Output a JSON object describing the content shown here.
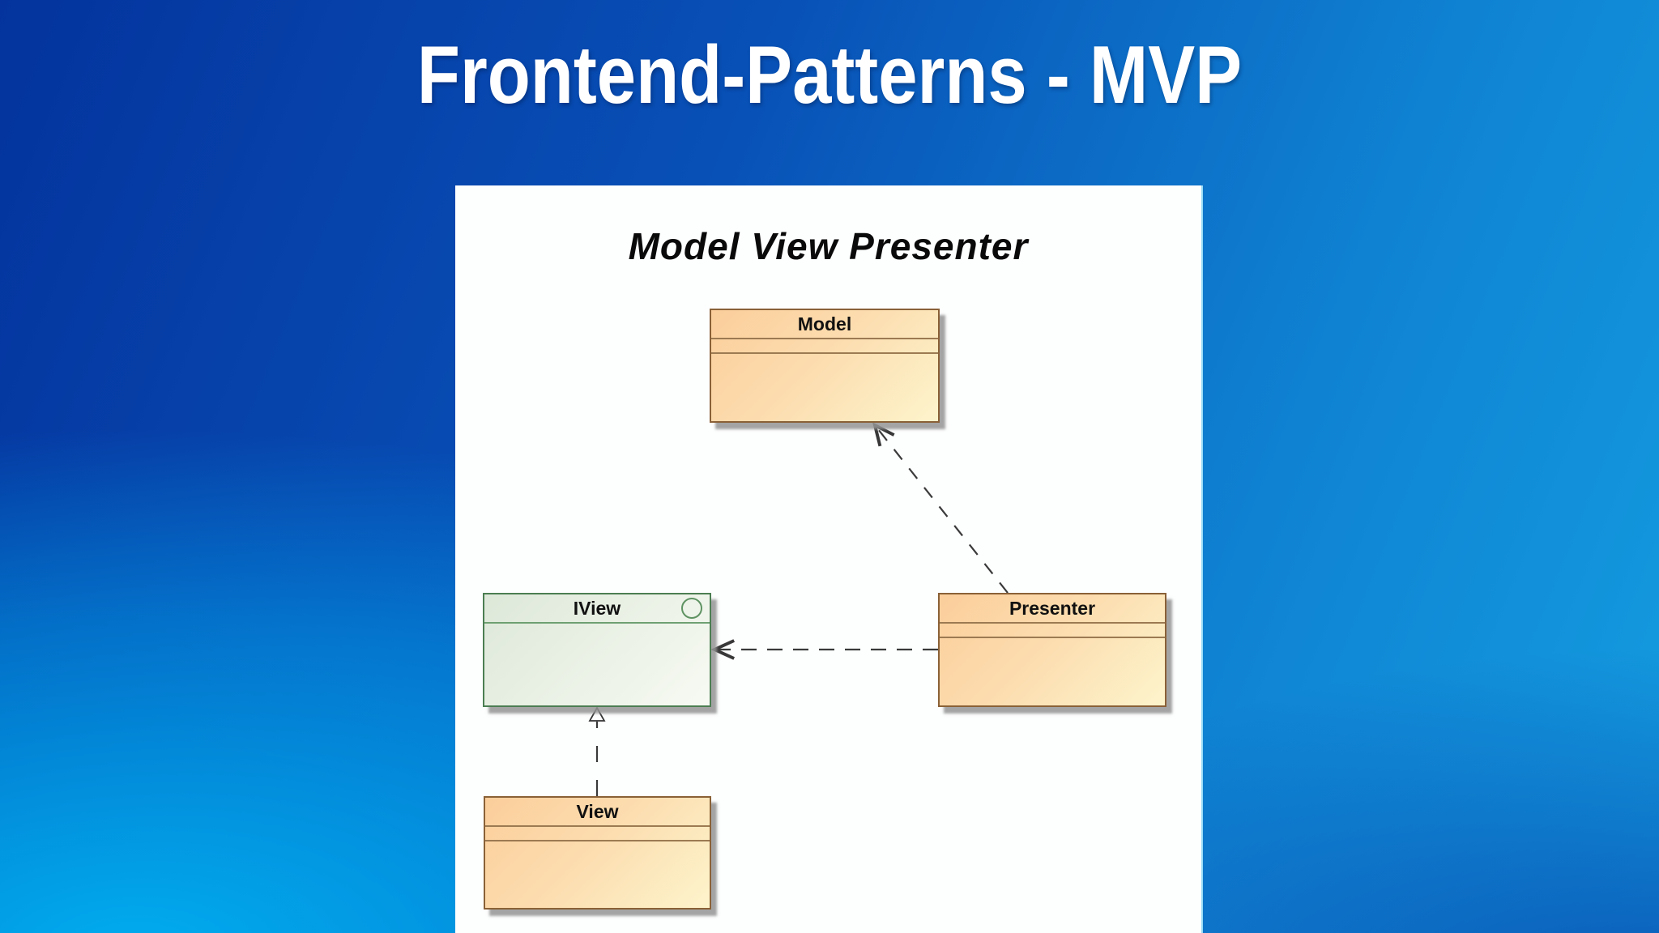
{
  "slide": {
    "title": "Frontend-Patterns - MVP",
    "background_colors": {
      "top_left": "#04339D",
      "top_right": "#1187D5",
      "bottom_left": "#00AEEE",
      "bottom_right": "#0853B5"
    }
  },
  "diagram": {
    "title": "Model View Presenter",
    "panel_background": "#FDFEFE",
    "classes": [
      {
        "name": "Model",
        "kind": "class",
        "fill_from": "#FBCE9B",
        "fill_to": "#FDF4CC",
        "border": "#8A6137",
        "compartments": 3
      },
      {
        "name": "IView",
        "kind": "interface",
        "fill_from": "#DDE8D9",
        "fill_to": "#F7FAF3",
        "border": "#4C7E52",
        "compartments": 2,
        "icon": "interface-lollipop"
      },
      {
        "name": "Presenter",
        "kind": "class",
        "fill_from": "#FBCE9B",
        "fill_to": "#FDF4CC",
        "border": "#8A6137",
        "compartments": 3
      },
      {
        "name": "View",
        "kind": "class",
        "fill_from": "#FBCE9B",
        "fill_to": "#FDF4CC",
        "border": "#8A6137",
        "compartments": 3
      }
    ],
    "relations": [
      {
        "from": "Presenter",
        "to": "Model",
        "type": "dependency",
        "line": "dashed",
        "arrowhead": "open"
      },
      {
        "from": "Presenter",
        "to": "IView",
        "type": "dependency",
        "line": "dashed",
        "arrowhead": "open"
      },
      {
        "from": "View",
        "to": "IView",
        "type": "realization",
        "line": "dashed",
        "arrowhead": "hollow-triangle"
      }
    ]
  }
}
